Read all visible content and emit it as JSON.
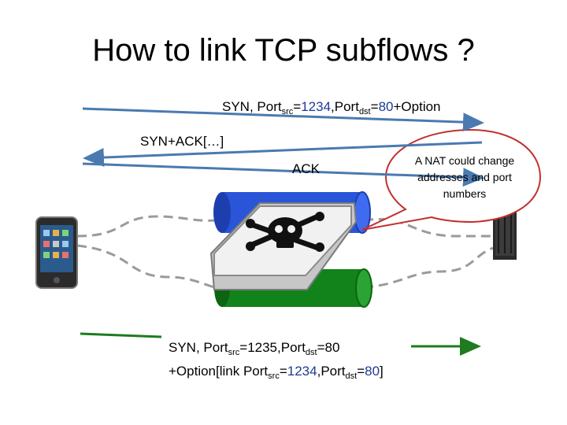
{
  "title": "How to link TCP subflows ?",
  "syn1": {
    "prefix": "SYN, Port",
    "src_sub": "src",
    "eq1": "=",
    "src_val": "1234",
    "sep": ",Port",
    "dst_sub": "dst",
    "eq2": "=",
    "dst_val": "80",
    "suffix": "+Option"
  },
  "synack": "SYN+ACK[…]",
  "ack": "ACK",
  "callout": "A NAT could change addresses and port numbers",
  "syn2": {
    "line1_prefix": "SYN, Port",
    "src_sub": "src",
    "line1_src": "=1235,Port",
    "dst_sub": "dst",
    "line1_dst": "=80",
    "line2_prefix": "+Option[link Port",
    "src_sub2": "src",
    "eq1": "=",
    "src_val": "1234",
    "sep": ",Port",
    "dst_sub2": "dst",
    "eq2": "=",
    "dst_val": "80",
    "close": "]"
  },
  "colors": {
    "blue_arrow": "#4a7ab0",
    "green_arrow": "#1e7b1e",
    "blue_pipe": "#2a55d9",
    "green_pipe": "#12831a",
    "highlight": "#1f3a93"
  }
}
